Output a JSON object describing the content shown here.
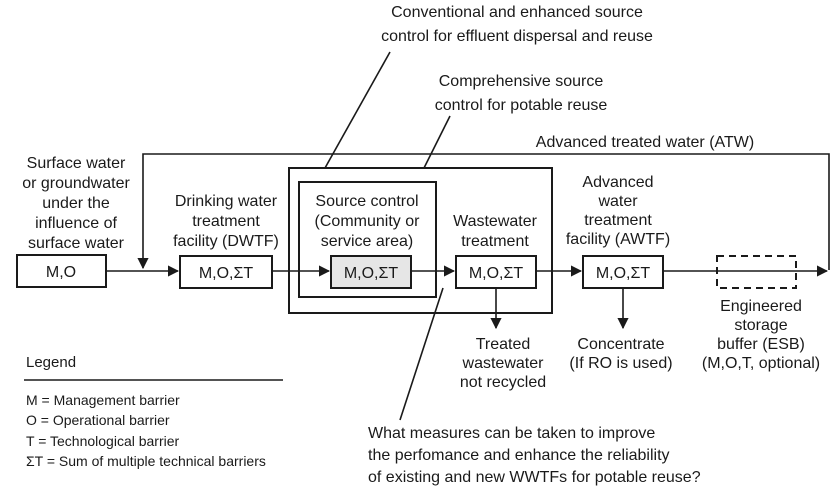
{
  "annotations": {
    "top_1": "Conventional and enhanced source",
    "top_2": "control for effluent dispersal and reuse",
    "mid_1": "Comprehensive source",
    "mid_2": "control for potable reuse",
    "atw": "Advanced treated water (ATW)",
    "question_1": "What measures can be taken to improve",
    "question_2": "the perfomance and enhance the reliability",
    "question_3": "of existing and new WWTFs for potable reuse?"
  },
  "source": {
    "label_1": "Surface water",
    "label_2": "or groundwater",
    "label_3": "under the",
    "label_4": "influence of",
    "label_5": "surface water",
    "box": "M,O"
  },
  "dwtf": {
    "label_1": "Drinking water",
    "label_2": "treatment",
    "label_3": "facility (DWTF)",
    "box": "M,O,ΣT"
  },
  "source_control": {
    "label_1": "Source control",
    "label_2": "(Community or",
    "label_3": "service area)",
    "box": "M,O,ΣT"
  },
  "wastewater": {
    "label_1": "Wastewater",
    "label_2": "treatment",
    "box": "M,O,ΣT",
    "out_1": "Treated",
    "out_2": "wastewater",
    "out_3": "not recycled"
  },
  "awtf": {
    "label_1": "Advanced",
    "label_2": "water",
    "label_3": "treatment",
    "label_4": "facility (AWTF)",
    "box": "M,O,ΣT",
    "out_1": "Concentrate",
    "out_2": "(If RO is used)"
  },
  "esb": {
    "label_1": "Engineered",
    "label_2": "storage",
    "label_3": "buffer (ESB)",
    "label_4": "(M,O,T, optional)"
  },
  "legend": {
    "title": "Legend",
    "item_1": "M = Management barrier",
    "item_2": "O = Operational barrier",
    "item_3": "T = Technological barrier",
    "item_4": "ΣT = Sum of multiple technical barriers"
  },
  "colors": {
    "ink": "#1a1a1a",
    "highlight_fill": "#e6e6e6",
    "background": "#ffffff"
  }
}
